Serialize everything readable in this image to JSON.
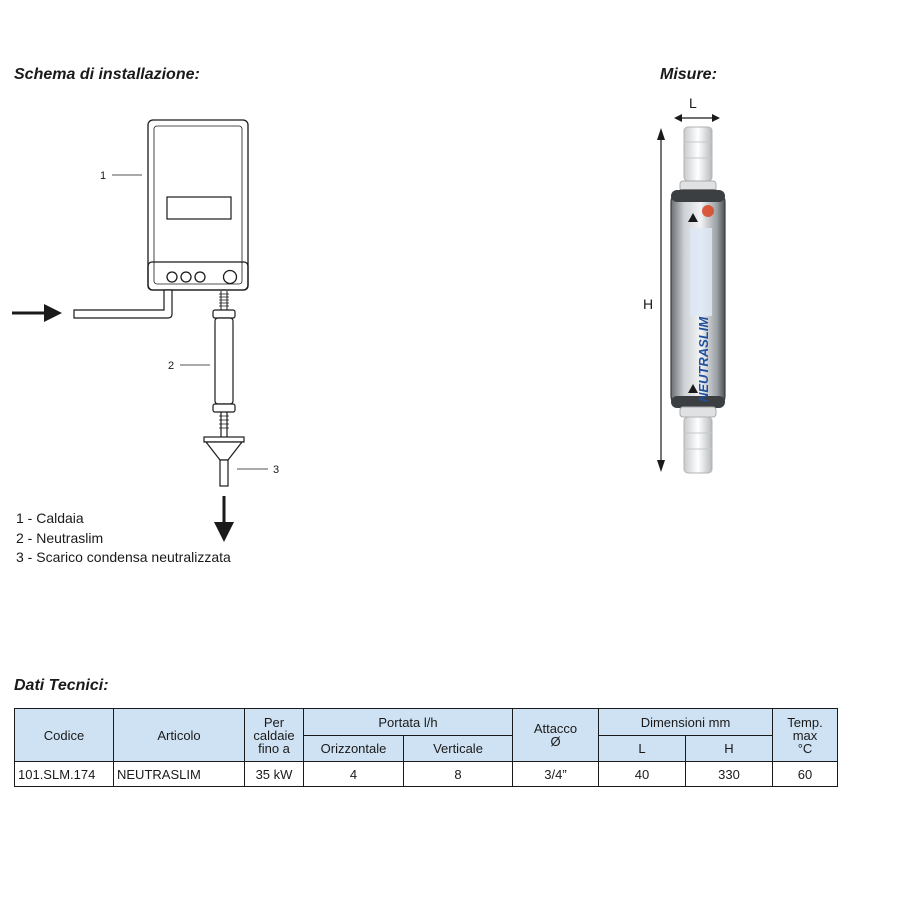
{
  "headings": {
    "schema": "Schema di installazione:",
    "misure": "Misure:",
    "dati": "Dati Tecnici:"
  },
  "callouts": {
    "n1": "1",
    "n2": "2",
    "n3": "3"
  },
  "legend": [
    "1 - Caldaia",
    "2 - Neutraslim",
    "3 - Scarico condensa neutralizzata"
  ],
  "dimensions": {
    "l_label": "L",
    "h_label": "H"
  },
  "product": {
    "brand": "NEUTRASLIM"
  },
  "table": {
    "headers": {
      "codice": "Codice",
      "articolo": "Articolo",
      "per_caldaie_1": "Per",
      "per_caldaie_2": "caldaie",
      "per_caldaie_3": "fino a",
      "portata": "Portata l/h",
      "orizzontale": "Orizzontale",
      "verticale": "Verticale",
      "attacco_1": "Attacco",
      "attacco_2": "Ø",
      "dimensioni": "Dimensioni mm",
      "dim_l": "L",
      "dim_h": "H",
      "temp_1": "Temp.",
      "temp_2": "max",
      "temp_3": "°C"
    },
    "row": {
      "codice": "101.SLM.174",
      "articolo": "NEUTRASLIM",
      "potenza": "35 kW",
      "orizzontale": "4",
      "verticale": "8",
      "attacco": "3/4”",
      "l": "40",
      "h": "330",
      "temp": "60"
    }
  },
  "colors": {
    "header_bg": "#cfe2f3",
    "line": "#1a1a1a",
    "label_blue": "#1f4fa0"
  }
}
